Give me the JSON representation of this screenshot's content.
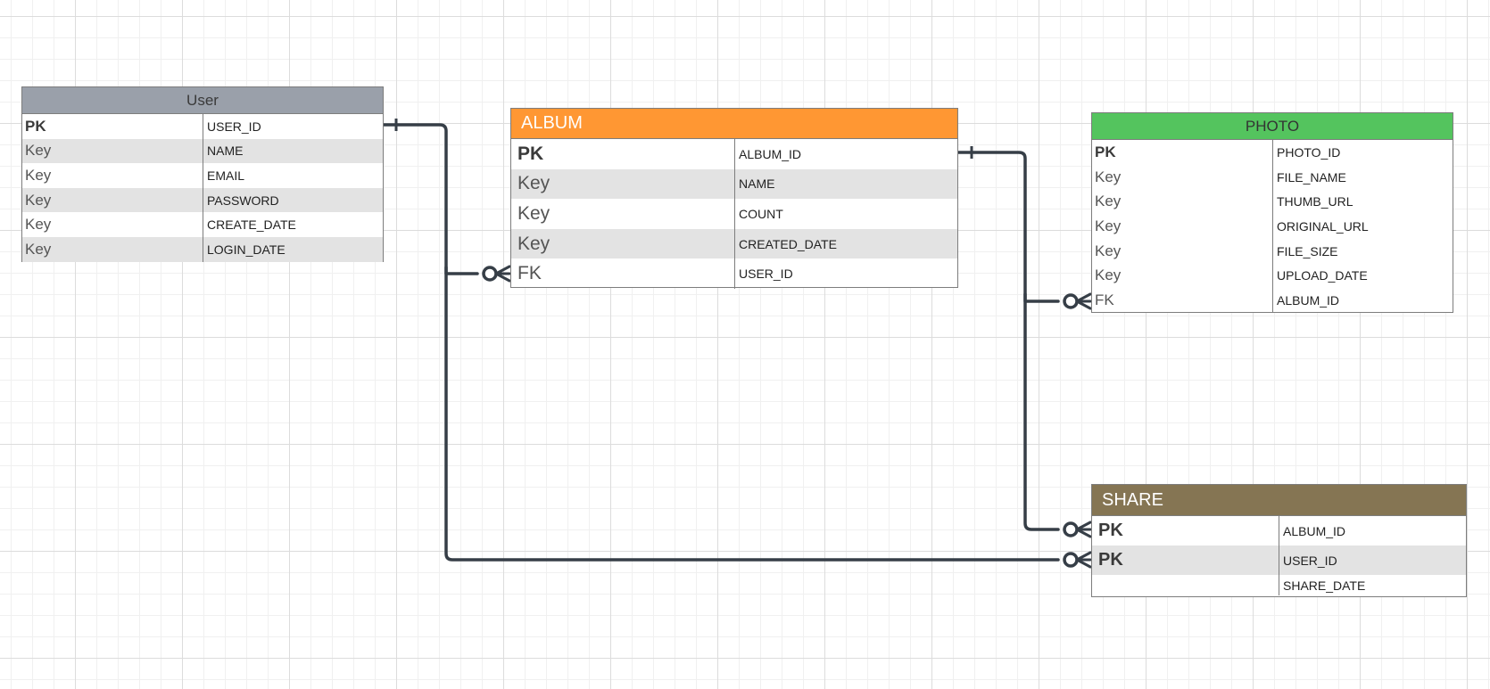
{
  "colors": {
    "user_header": "#9aa0aa",
    "album_header": "#ff9733",
    "photo_header": "#54c45e",
    "share_header": "#857553",
    "connector": "#363e47"
  },
  "entities": {
    "user": {
      "title": "User",
      "rows": [
        {
          "key": "PK",
          "name": "USER_ID"
        },
        {
          "key": "Key",
          "name": "NAME"
        },
        {
          "key": "Key",
          "name": "EMAIL"
        },
        {
          "key": "Key",
          "name": "PASSWORD"
        },
        {
          "key": "Key",
          "name": "CREATE_DATE"
        },
        {
          "key": "Key",
          "name": "LOGIN_DATE"
        }
      ]
    },
    "album": {
      "title": "ALBUM",
      "rows": [
        {
          "key": "PK",
          "name": "ALBUM_ID"
        },
        {
          "key": "Key",
          "name": "NAME"
        },
        {
          "key": "Key",
          "name": "COUNT"
        },
        {
          "key": "Key",
          "name": "CREATED_DATE"
        },
        {
          "key": "FK",
          "name": "USER_ID"
        }
      ]
    },
    "photo": {
      "title": "PHOTO",
      "rows": [
        {
          "key": "PK",
          "name": "PHOTO_ID"
        },
        {
          "key": "Key",
          "name": "FILE_NAME"
        },
        {
          "key": "Key",
          "name": "THUMB_URL"
        },
        {
          "key": "Key",
          "name": "ORIGINAL_URL"
        },
        {
          "key": "Key",
          "name": "FILE_SIZE"
        },
        {
          "key": "Key",
          "name": "UPLOAD_DATE"
        },
        {
          "key": "FK",
          "name": "ALBUM_ID"
        }
      ]
    },
    "share": {
      "title": "SHARE",
      "rows": [
        {
          "key": "PK",
          "name": "ALBUM_ID"
        },
        {
          "key": "PK",
          "name": "USER_ID"
        },
        {
          "key": "",
          "name": "SHARE_DATE"
        }
      ]
    }
  },
  "relationships": [
    {
      "from": "User.USER_ID",
      "to": "ALBUM.USER_ID",
      "from_end": "one",
      "to_end": "zero-or-many"
    },
    {
      "from": "User.USER_ID",
      "to": "SHARE.USER_ID",
      "from_end": "one",
      "to_end": "zero-or-many"
    },
    {
      "from": "ALBUM.ALBUM_ID",
      "to": "PHOTO.ALBUM_ID",
      "from_end": "one",
      "to_end": "zero-or-many"
    },
    {
      "from": "ALBUM.ALBUM_ID",
      "to": "SHARE.ALBUM_ID",
      "from_end": "one",
      "to_end": "zero-or-many"
    }
  ]
}
